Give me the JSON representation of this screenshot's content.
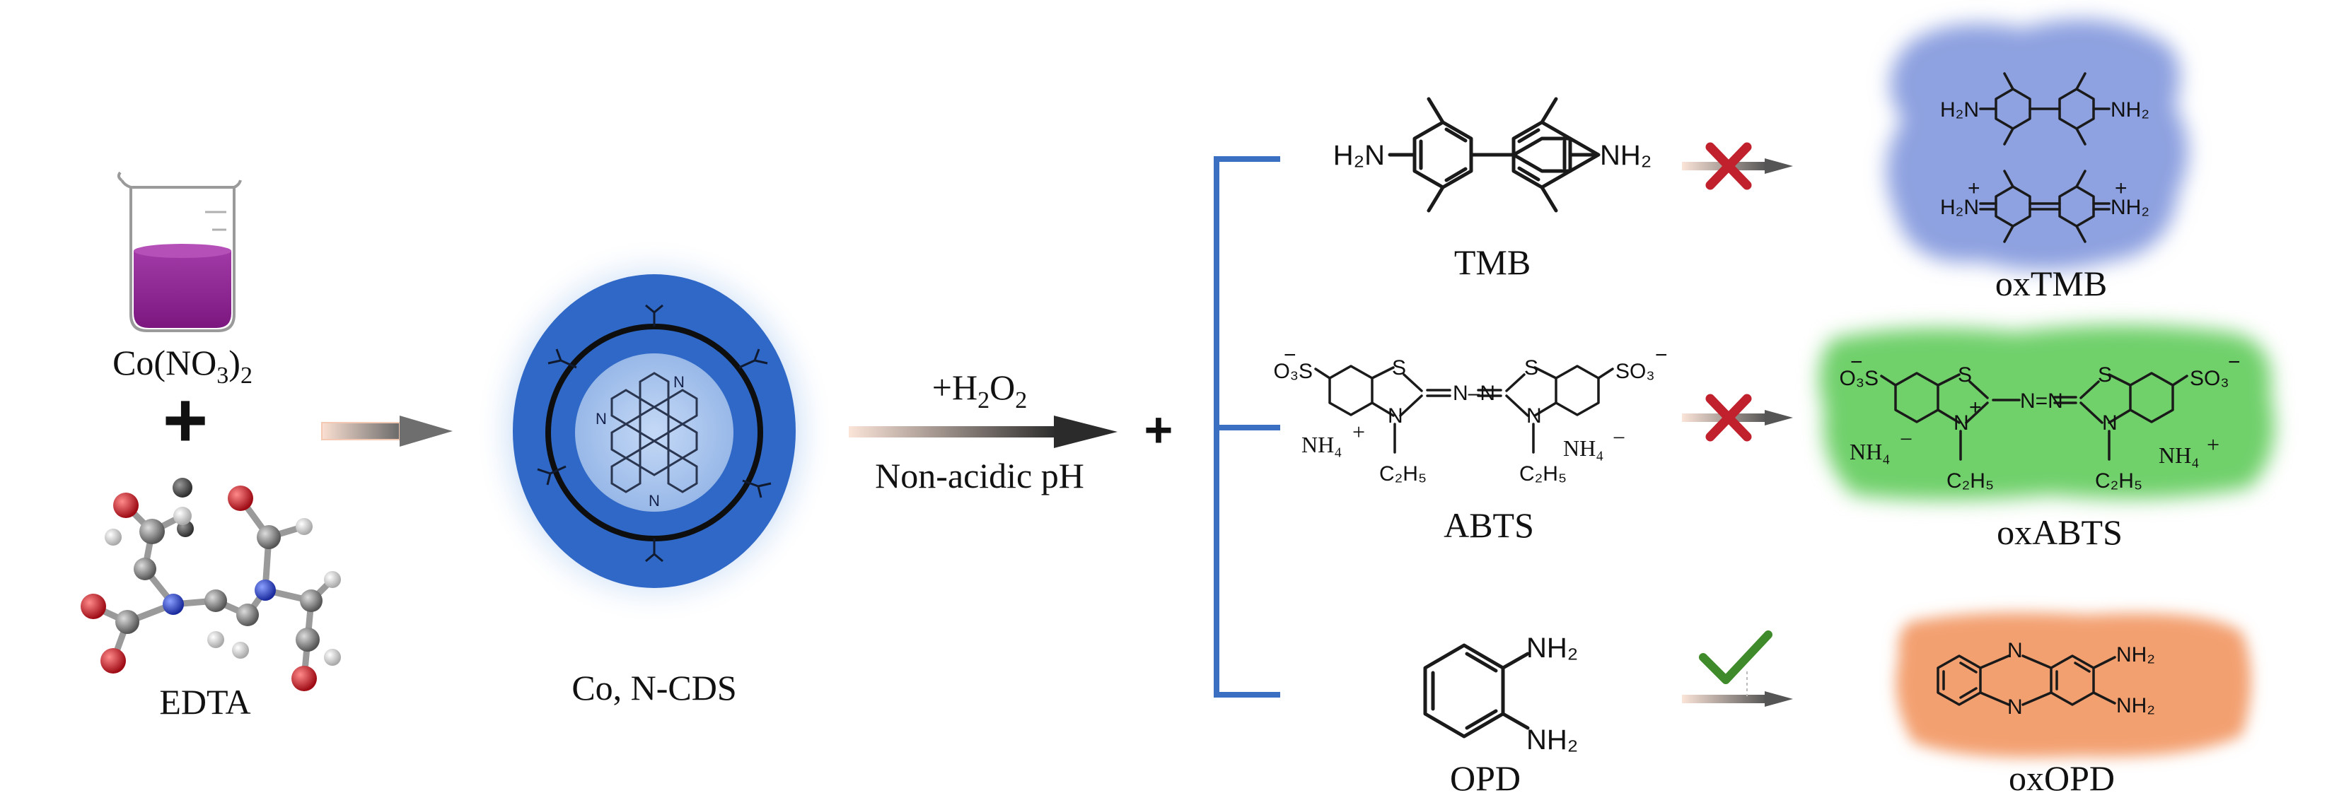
{
  "title": "Co, N-CDS oxidase-like selectivity scheme",
  "colors": {
    "cds_core": "#2e67c4",
    "cds_glow": "#9fc3ee",
    "beaker_liquid": "#8b1e8f",
    "bracket": "#3b6fc2",
    "cross": "#c0212c",
    "check": "#3f8a2a",
    "tmb_glow": "#8ea1e0",
    "abts_glow": "#6fd06a",
    "opd_glow": "#f3a071"
  },
  "precursors": {
    "salt_label": "Co(NO3)2",
    "salt_main": "Co(NO",
    "salt_sub1": "3",
    "salt_close": ")",
    "salt_sub2": "2",
    "plus": "+",
    "chelator_label": "EDTA"
  },
  "product": {
    "label": "Co, N-CDS"
  },
  "reaction": {
    "reagent": "+H2O2",
    "reagent_prefix": "+H",
    "reagent_sub1": "2",
    "reagent_mid": "O",
    "reagent_sub2": "2",
    "condition": "Non-acidic pH",
    "plus": "+"
  },
  "substrates": [
    {
      "name": "TMB",
      "product": "oxTMB",
      "reaction": "no"
    },
    {
      "name": "ABTS",
      "product": "oxABTS",
      "reaction": "no"
    },
    {
      "name": "OPD",
      "product": "oxOPD",
      "reaction": "yes"
    }
  ],
  "groups": {
    "h2n": "H₂N",
    "nh2": "NH₂",
    "h2n_plus": "H₂N",
    "nh2_plus": "NH₂",
    "so3": "SO₃",
    "o3s": "O₃S",
    "nh4": "NH₄",
    "c2h5": "C₂H₅",
    "s": "S",
    "n": "N",
    "azo": "N–N",
    "azo_ox": "N=N",
    "plus_charge": "+",
    "minus_charge": "−"
  }
}
